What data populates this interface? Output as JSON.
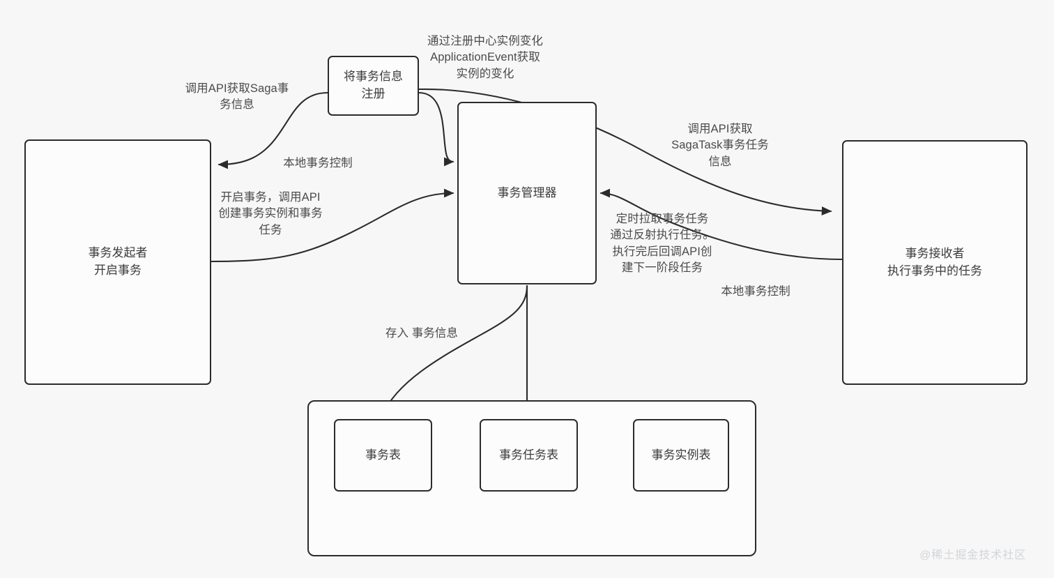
{
  "diagram": {
    "title": "Saga 事务流程图",
    "background_color": "#f7f7f7",
    "stroke_color": "#2b2b2b",
    "text_color": "#4a4a4a"
  },
  "nodes": {
    "initiator": {
      "label": "事务发起者\n开启事务"
    },
    "register": {
      "label": "将事务信息\n注册"
    },
    "manager": {
      "label": "事务管理器"
    },
    "receiver": {
      "label": "事务接收者\n执行事务中的任务"
    },
    "storage_group": {
      "label": ""
    },
    "table_tx": {
      "label": "事务表"
    },
    "table_tx_task": {
      "label": "事务任务表"
    },
    "table_tx_instance": {
      "label": "事务实例表"
    }
  },
  "edge_labels": {
    "get_saga_info": "调用API获取Saga事\n务信息",
    "registry_event": "通过注册中心实例变化\nApplicationEvent获取\n实例的变化",
    "local_tx_control_left": "本地事务控制",
    "start_tx": "开启事务，调用API\n创建事务实例和事务\n任务",
    "get_sagatask_info": "调用API获取\nSagaTask事务任务\n信息",
    "pull_and_execute": "定时拉取事务任务\n通过反射执行任务。\n执行完后回调API创\n建下一阶段任务",
    "local_tx_control_right": "本地事务控制",
    "save_tx_info": "存入 事务信息"
  },
  "watermark": {
    "text": "@稀土掘金技术社区"
  }
}
